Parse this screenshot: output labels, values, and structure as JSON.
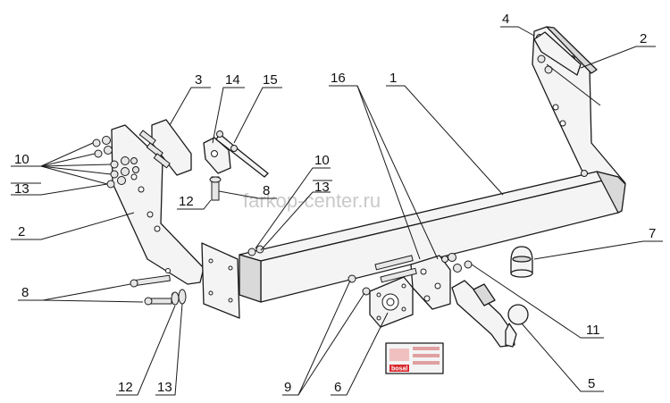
{
  "watermark": "farkop-center.ru",
  "label_plate": {
    "brand": "bosal",
    "brand_color": "#d9262c"
  },
  "callouts": {
    "c1": "1",
    "c2_right": "2",
    "c2_left": "2",
    "c3": "3",
    "c4": "4",
    "c5": "5",
    "c6": "6",
    "c7": "7",
    "c8_top": "8",
    "c8_left": "8",
    "c9": "9",
    "c10_left": "10",
    "c10_mid": "10",
    "c11": "11",
    "c12_top": "12",
    "c12_bottom": "12",
    "c13_left": "13",
    "c13_mid": "13",
    "c13_bottom": "13",
    "c14": "14",
    "c15": "15",
    "c16": "16"
  }
}
